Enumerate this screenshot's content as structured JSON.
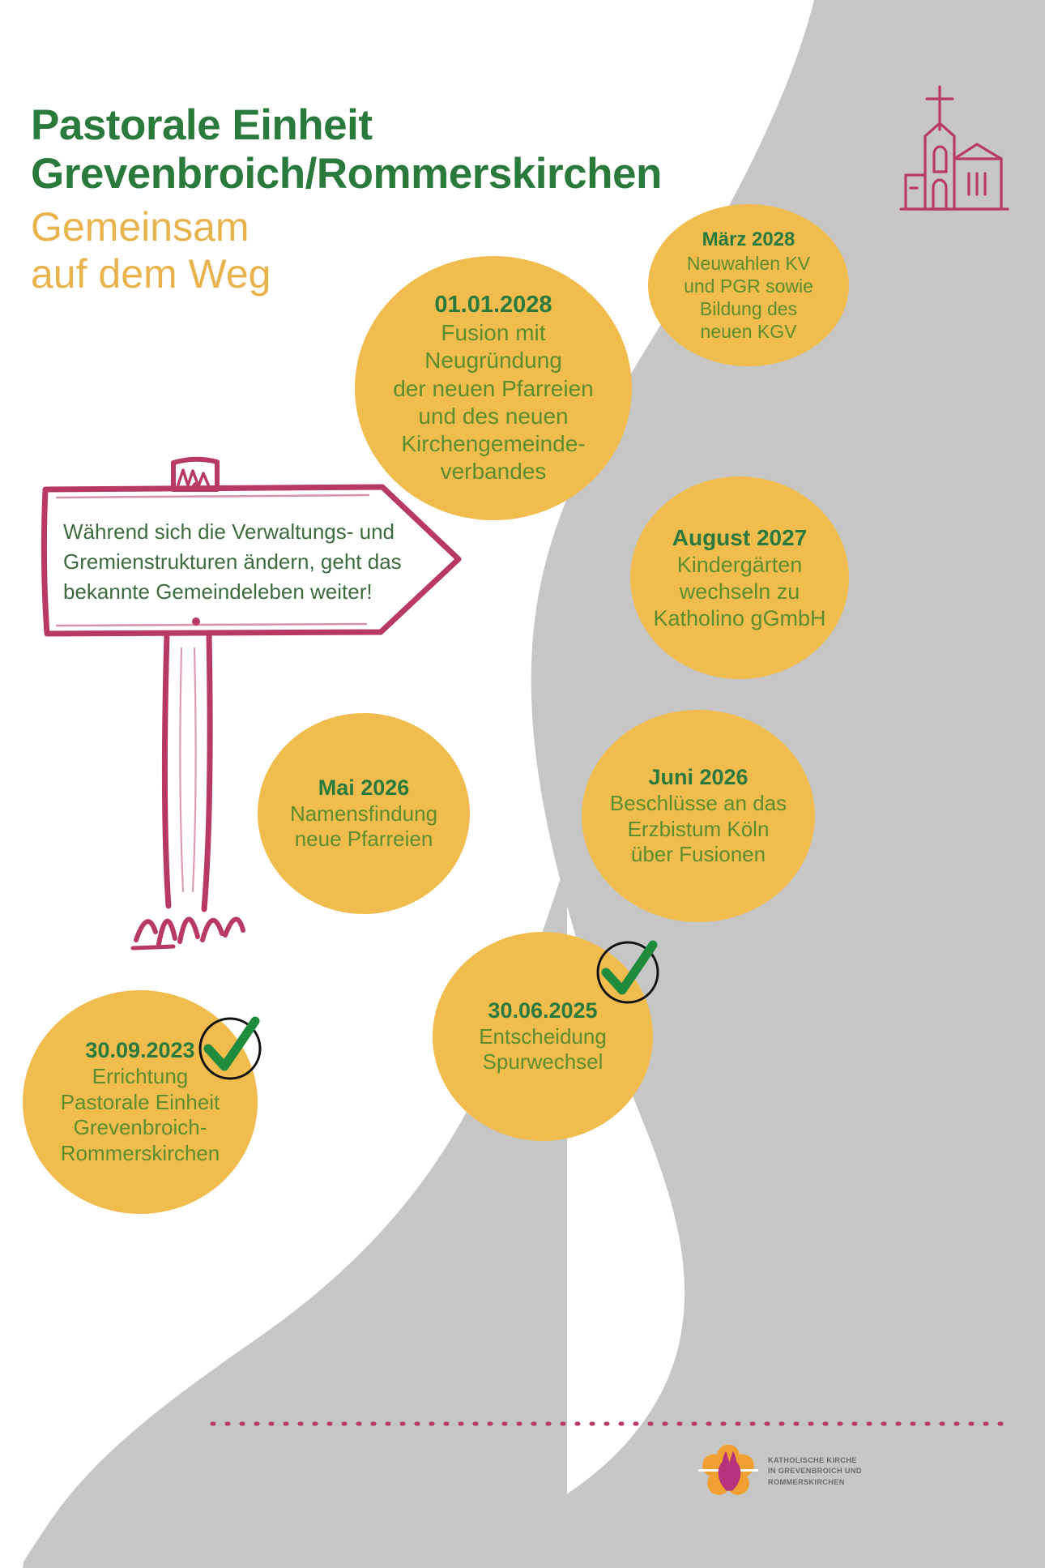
{
  "headline": {
    "line1": "Pastorale Einheit",
    "line2": "Grevenbroich/Rommerskirchen",
    "sub1": "Gemeinsam",
    "sub2": "auf dem Weg"
  },
  "signpost": {
    "text": "Während sich die Verwaltungs- und Gremienstrukturen ändern, geht das bekannte Gemeindeleben weiter!"
  },
  "colors": {
    "green_dark": "#2b7a3d",
    "green_body": "#5c8e2c",
    "yellow_bubble": "#f0bc4e",
    "yellow_subtitle": "#e8b34d",
    "road_gray": "#c6c6c6",
    "magenta": "#b83a63",
    "logo_orange": "#f0a030",
    "logo_magenta": "#b8337d"
  },
  "milestones": [
    {
      "id": "2028-01",
      "date": "01.01.2028",
      "lines": [
        "Fusion mit",
        "Neugründung",
        "der neuen Pfarreien",
        "und des neuen",
        "Kirchengemeinde-",
        "verbandes"
      ],
      "done": false
    },
    {
      "id": "2028-03",
      "date": "März 2028",
      "lines": [
        "Neuwahlen KV",
        "und PGR sowie",
        "Bildung des",
        "neuen KGV"
      ],
      "done": false
    },
    {
      "id": "2027-08",
      "date": "August 2027",
      "lines": [
        "Kindergärten",
        "wechseln zu",
        "Katholino gGmbH"
      ],
      "done": false
    },
    {
      "id": "2026-05",
      "date": "Mai 2026",
      "lines": [
        "Namensfindung",
        "neue Pfarreien"
      ],
      "done": false
    },
    {
      "id": "2026-06",
      "date": "Juni 2026",
      "lines": [
        "Beschlüsse an das",
        "Erzbistum Köln",
        "über Fusionen"
      ],
      "done": false
    },
    {
      "id": "2025-06",
      "date": "30.06.2025",
      "lines": [
        "Entscheidung",
        "Spurwechsel"
      ],
      "done": true
    },
    {
      "id": "2023-09",
      "date": "30.09.2023",
      "lines": [
        "Errichtung",
        "Pastorale Einheit",
        "Grevenbroich-",
        "Rommerskirchen"
      ],
      "done": true
    }
  ],
  "logo": {
    "line1": "KATHOLISCHE KIRCHE",
    "line2": "IN GREVENBROICH UND",
    "line3": "ROMMERSKIRCHEN"
  }
}
